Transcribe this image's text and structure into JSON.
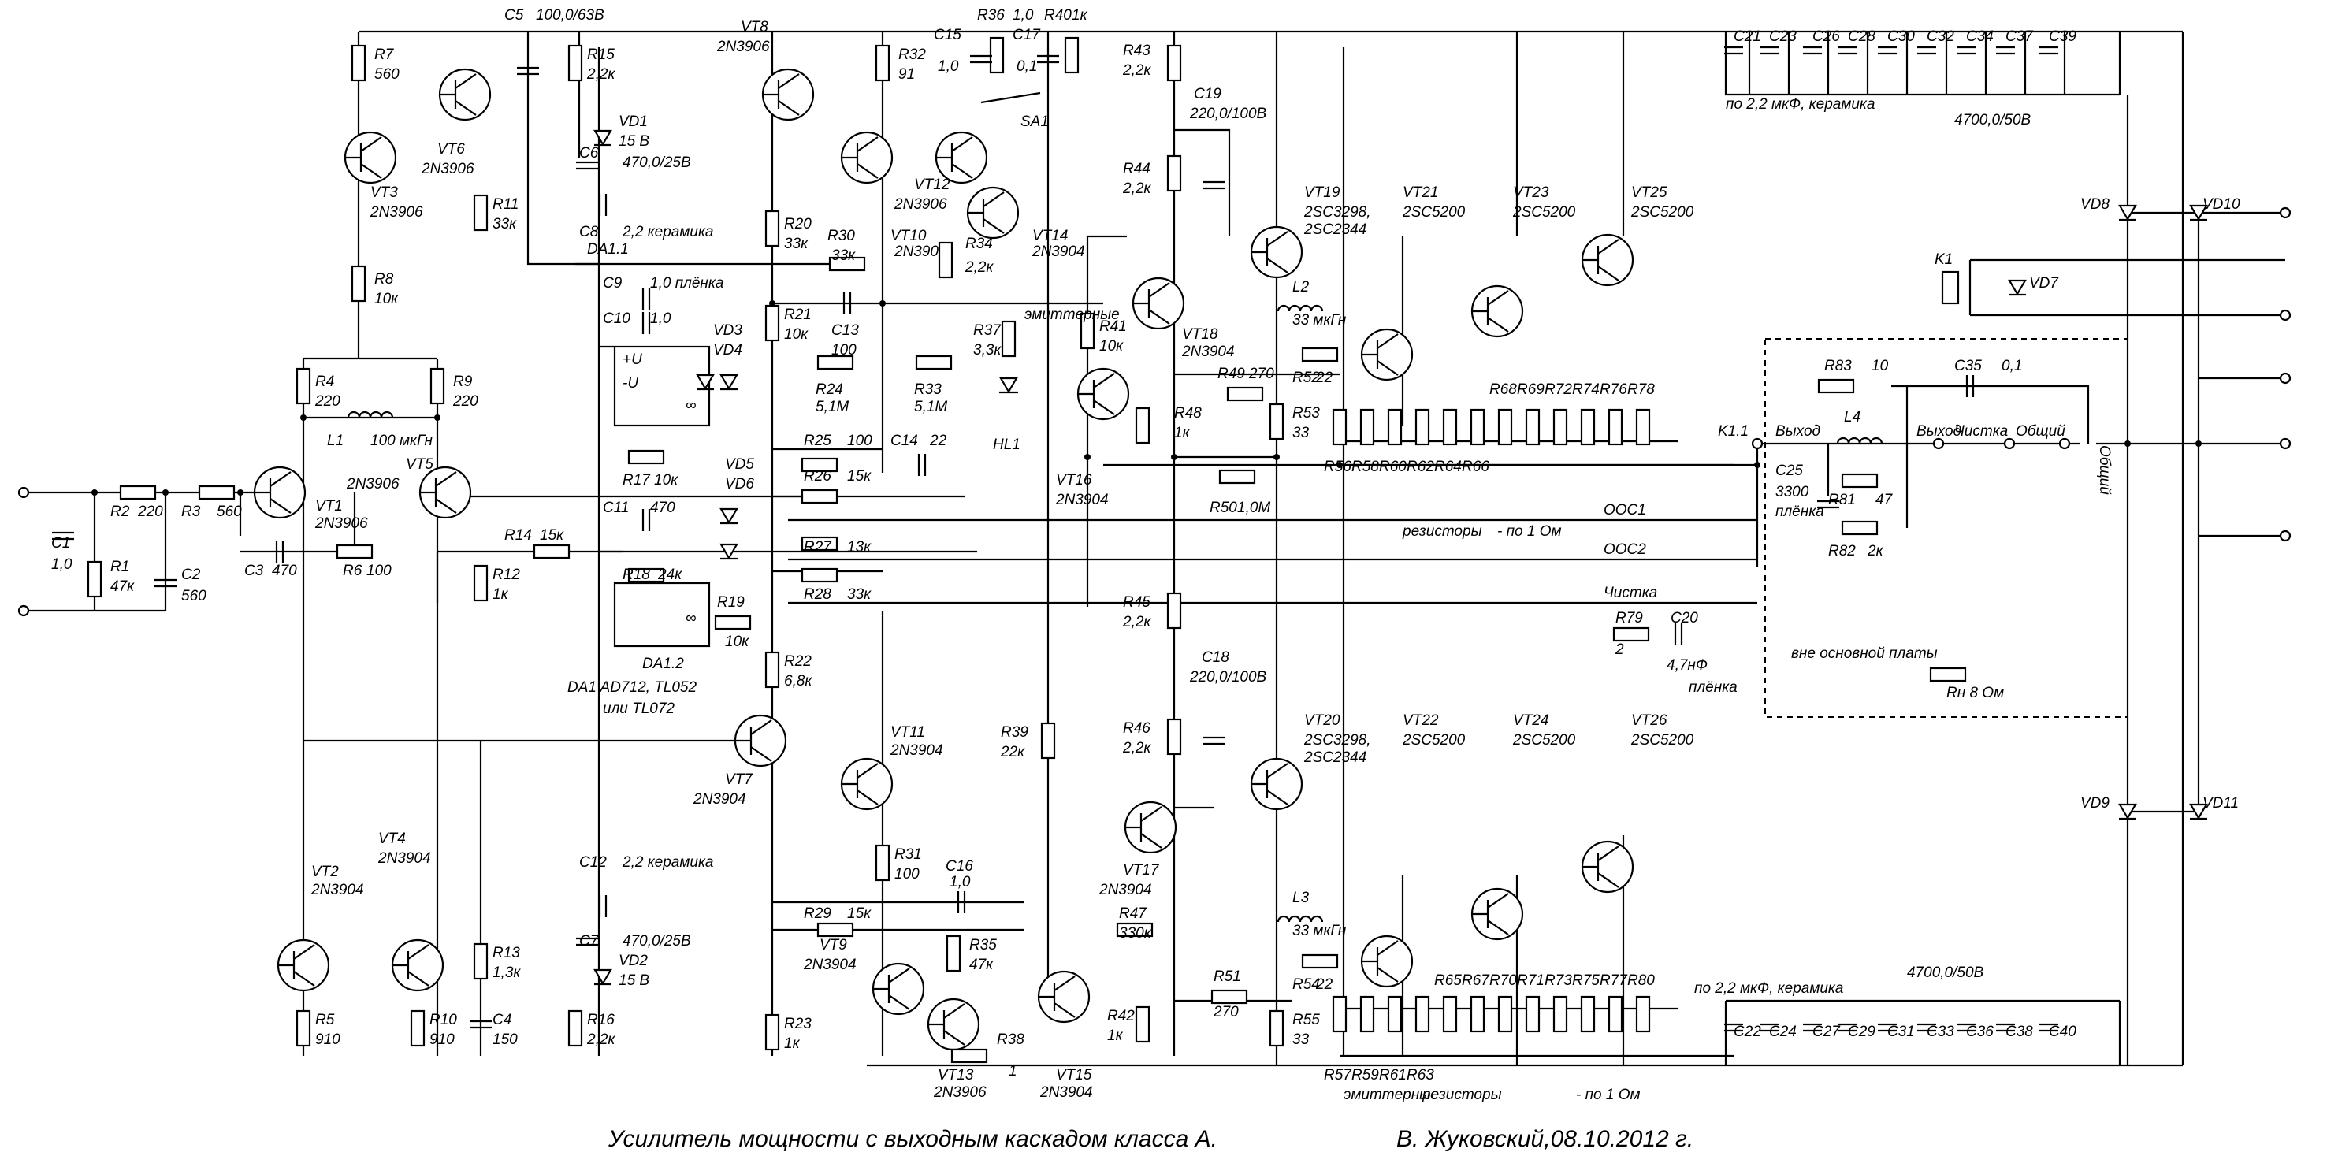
{
  "schematic": {
    "caption": "Усилитель мощности с выходным каскадом класса А.",
    "author_date": "В. Жуковский,08.10.2012 г.",
    "resistors": [
      {
        "ref": "R1",
        "value": "47к"
      },
      {
        "ref": "R2",
        "value": "220"
      },
      {
        "ref": "R3",
        "value": "560"
      },
      {
        "ref": "R4",
        "value": "220"
      },
      {
        "ref": "R5",
        "value": "910"
      },
      {
        "ref": "R6",
        "value": "100"
      },
      {
        "ref": "R7",
        "value": "560"
      },
      {
        "ref": "R8",
        "value": "10к"
      },
      {
        "ref": "R9",
        "value": "220"
      },
      {
        "ref": "R10",
        "value": "910"
      },
      {
        "ref": "R11",
        "value": "33к"
      },
      {
        "ref": "R12",
        "value": "1к"
      },
      {
        "ref": "R13",
        "value": "1,3к"
      },
      {
        "ref": "R14",
        "value": "15к"
      },
      {
        "ref": "R15",
        "value": "2,2к"
      },
      {
        "ref": "R16",
        "value": "2,2к"
      },
      {
        "ref": "R17",
        "value": "10к"
      },
      {
        "ref": "R18",
        "value": "24к"
      },
      {
        "ref": "R19",
        "value": "10к"
      },
      {
        "ref": "R20",
        "value": "33к"
      },
      {
        "ref": "R21",
        "value": "10к"
      },
      {
        "ref": "R22",
        "value": "6,8к"
      },
      {
        "ref": "R23",
        "value": "1к"
      },
      {
        "ref": "R24",
        "value": "5,1M"
      },
      {
        "ref": "R25",
        "value": "100"
      },
      {
        "ref": "R26",
        "value": "15к"
      },
      {
        "ref": "R27",
        "value": "13к"
      },
      {
        "ref": "R28",
        "value": "33к"
      },
      {
        "ref": "R29",
        "value": "15к"
      },
      {
        "ref": "R30",
        "value": "33к"
      },
      {
        "ref": "R31",
        "value": "100"
      },
      {
        "ref": "R32",
        "value": "91"
      },
      {
        "ref": "R33",
        "value": "5,1M"
      },
      {
        "ref": "R34",
        "value": "2,2к"
      },
      {
        "ref": "R35",
        "value": "47к"
      },
      {
        "ref": "R36",
        "value": "1,0"
      },
      {
        "ref": "R37",
        "value": "3,3к"
      },
      {
        "ref": "R38",
        "value": "1"
      },
      {
        "ref": "R39",
        "value": "22к"
      },
      {
        "ref": "R40",
        "value": "1к"
      },
      {
        "ref": "R41",
        "value": "10к"
      },
      {
        "ref": "R42",
        "value": "1к"
      },
      {
        "ref": "R43",
        "value": "2,2к"
      },
      {
        "ref": "R44",
        "value": "2,2к"
      },
      {
        "ref": "R45",
        "value": "2,2к"
      },
      {
        "ref": "R46",
        "value": "2,2к"
      },
      {
        "ref": "R47",
        "value": "330к"
      },
      {
        "ref": "R48",
        "value": "1к"
      },
      {
        "ref": "R49",
        "value": "270"
      },
      {
        "ref": "R50",
        "value": "1,0M"
      },
      {
        "ref": "R51",
        "value": "270"
      },
      {
        "ref": "R52",
        "value": "22"
      },
      {
        "ref": "R53",
        "value": "33"
      },
      {
        "ref": "R54",
        "value": "22"
      },
      {
        "ref": "R55",
        "value": "33"
      },
      {
        "ref": "R79",
        "value": "2"
      },
      {
        "ref": "R81",
        "value": "47"
      },
      {
        "ref": "R82",
        "value": "2к"
      },
      {
        "ref": "R83",
        "value": "10"
      }
    ],
    "top_emitter_resistors": [
      "R56",
      "R58",
      "R60",
      "R62",
      "R64",
      "R66",
      "R68",
      "R69",
      "R72",
      "R74",
      "R76",
      "R78"
    ],
    "bottom_emitter_resistors": [
      "R57",
      "R59",
      "R61",
      "R63",
      "R65",
      "R67",
      "R70",
      "R71",
      "R73",
      "R75",
      "R77",
      "R80"
    ],
    "emitter_note_top": [
      "эмиттерные",
      "резисторы",
      "- по 1 Ом"
    ],
    "emitter_note_bottom": [
      "эмиттерные",
      "резисторы",
      "- по 1 Ом"
    ],
    "capacitors": [
      {
        "ref": "C1",
        "value": "1,0"
      },
      {
        "ref": "C2",
        "value": "560"
      },
      {
        "ref": "C3",
        "value": "470"
      },
      {
        "ref": "C4",
        "value": "150"
      },
      {
        "ref": "C5",
        "value": "100,0/63В"
      },
      {
        "ref": "C6",
        "value": "470,0/25В"
      },
      {
        "ref": "C7",
        "value": "470,0/25В"
      },
      {
        "ref": "C8",
        "value": "2,2 керамика"
      },
      {
        "ref": "C9",
        "value": "1,0 плёнка"
      },
      {
        "ref": "C10",
        "value": "1,0"
      },
      {
        "ref": "C11",
        "value": "470"
      },
      {
        "ref": "C12",
        "value": "2,2 керамика"
      },
      {
        "ref": "C13",
        "value": "100"
      },
      {
        "ref": "C14",
        "value": "22"
      },
      {
        "ref": "C15",
        "value": "1,0"
      },
      {
        "ref": "C16",
        "value": "1,0"
      },
      {
        "ref": "C17",
        "value": "0,1"
      },
      {
        "ref": "C18",
        "value": "220,0/100В"
      },
      {
        "ref": "C19",
        "value": "220,0/100В"
      },
      {
        "ref": "C20",
        "value": "4,7нФ"
      },
      {
        "ref": "C25",
        "value": "3300"
      },
      {
        "ref": "C35",
        "value": "0,1"
      }
    ],
    "c20_note": "плёнка",
    "c25_note": "плёнка",
    "cap_bank_top": [
      "C21",
      "C23",
      "C26",
      "C28",
      "C30",
      "C32",
      "C34",
      "C37",
      "C39"
    ],
    "cap_bank_bottom": [
      "C22",
      "C24",
      "C27",
      "C29",
      "C31",
      "C33",
      "C36",
      "C38",
      "C40"
    ],
    "cap_bank_top_ceramic": "по 2,2 мкФ, керамика",
    "cap_bank_top_electro": "4700,0/50В",
    "cap_bank_bottom_ceramic": "по 2,2 мкФ, керамика",
    "cap_bank_bottom_electro": "4700,0/50В",
    "transistors": [
      {
        "ref": "VT1",
        "type": "2N3906"
      },
      {
        "ref": "VT2",
        "type": "2N3904"
      },
      {
        "ref": "VT3",
        "type": "2N3906"
      },
      {
        "ref": "VT4",
        "type": "2N3904"
      },
      {
        "ref": "VT5",
        "type": "2N3906"
      },
      {
        "ref": "VT6",
        "type": "2N3906"
      },
      {
        "ref": "VT7",
        "type": "2N3904"
      },
      {
        "ref": "VT8",
        "type": "2N3906"
      },
      {
        "ref": "VT9",
        "type": "2N3904"
      },
      {
        "ref": "VT10",
        "type": "2N3906"
      },
      {
        "ref": "VT11",
        "type": "2N3904"
      },
      {
        "ref": "VT12",
        "type": "2N3906"
      },
      {
        "ref": "VT13",
        "type": "2N3906"
      },
      {
        "ref": "VT14",
        "type": "2N3904"
      },
      {
        "ref": "VT15",
        "type": "2N3904"
      },
      {
        "ref": "VT16",
        "type": "2N3904"
      },
      {
        "ref": "VT17",
        "type": "2N3904"
      },
      {
        "ref": "VT18",
        "type": "2N3904"
      },
      {
        "ref": "VT19",
        "type": "2SC3298,",
        "type2": "2SC2344"
      },
      {
        "ref": "VT20",
        "type": "2SC3298,",
        "type2": "2SC2344"
      },
      {
        "ref": "VT21",
        "type": "2SC5200"
      },
      {
        "ref": "VT22",
        "type": "2SC5200"
      },
      {
        "ref": "VT23",
        "type": "2SC5200"
      },
      {
        "ref": "VT24",
        "type": "2SC5200"
      },
      {
        "ref": "VT25",
        "type": "2SC5200"
      },
      {
        "ref": "VT26",
        "type": "2SC5200"
      }
    ],
    "diodes": [
      {
        "ref": "VD1",
        "value": "15 В"
      },
      {
        "ref": "VD2",
        "value": "15 В"
      },
      {
        "ref": "VD3",
        "value": ""
      },
      {
        "ref": "VD4",
        "value": ""
      },
      {
        "ref": "VD5",
        "value": ""
      },
      {
        "ref": "VD6",
        "value": ""
      },
      {
        "ref": "VD7",
        "value": ""
      },
      {
        "ref": "VD8",
        "value": ""
      },
      {
        "ref": "VD9",
        "value": ""
      },
      {
        "ref": "VD10",
        "value": ""
      },
      {
        "ref": "VD11",
        "value": ""
      }
    ],
    "inductors": [
      {
        "ref": "L1",
        "value": "100 мкГн"
      },
      {
        "ref": "L2",
        "value": "33 мкГн"
      },
      {
        "ref": "L3",
        "value": "33 мкГн"
      },
      {
        "ref": "L4",
        "value": ""
      }
    ],
    "opamp": {
      "ref1": "DA1.1",
      "ref2": "DA1.2",
      "part": "DA1 AD712, TL052",
      "alt": "или TL072",
      "plus": "+U",
      "minus": "-U",
      "inf": "∞"
    },
    "switch": "SA1",
    "led": "HL1",
    "relay": "K1",
    "relay_contact": "K1.1",
    "nets": {
      "ooc1": "ООС1",
      "ooc2": "ООС2",
      "chistka": "Чистка"
    },
    "output_block": {
      "vyhod1": "Выход",
      "vyhod2": "Выход",
      "chistka": "Чистка",
      "obshchiy": "Общий",
      "offboard": "вне основной платы",
      "load": "Rн 8 Ом",
      "pitanie": "Общий"
    }
  }
}
